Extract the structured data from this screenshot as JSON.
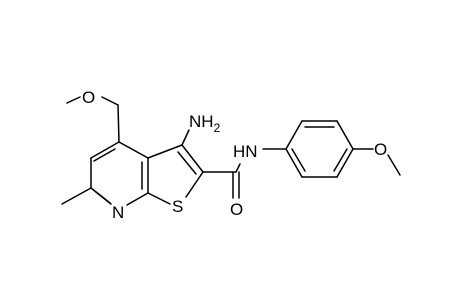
{
  "molecule": {
    "atoms": {
      "o_methoxymethyl": "O",
      "n_amino": "NH",
      "n_amino_sub": "2",
      "n_amide": "HN",
      "o_aryl_methoxy": "O",
      "n_pyridine": "N",
      "s_thiophene": "S",
      "o_carbonyl": "O"
    },
    "colors": {
      "bond": "#000000",
      "text": "#000000",
      "background": "#ffffff"
    }
  }
}
